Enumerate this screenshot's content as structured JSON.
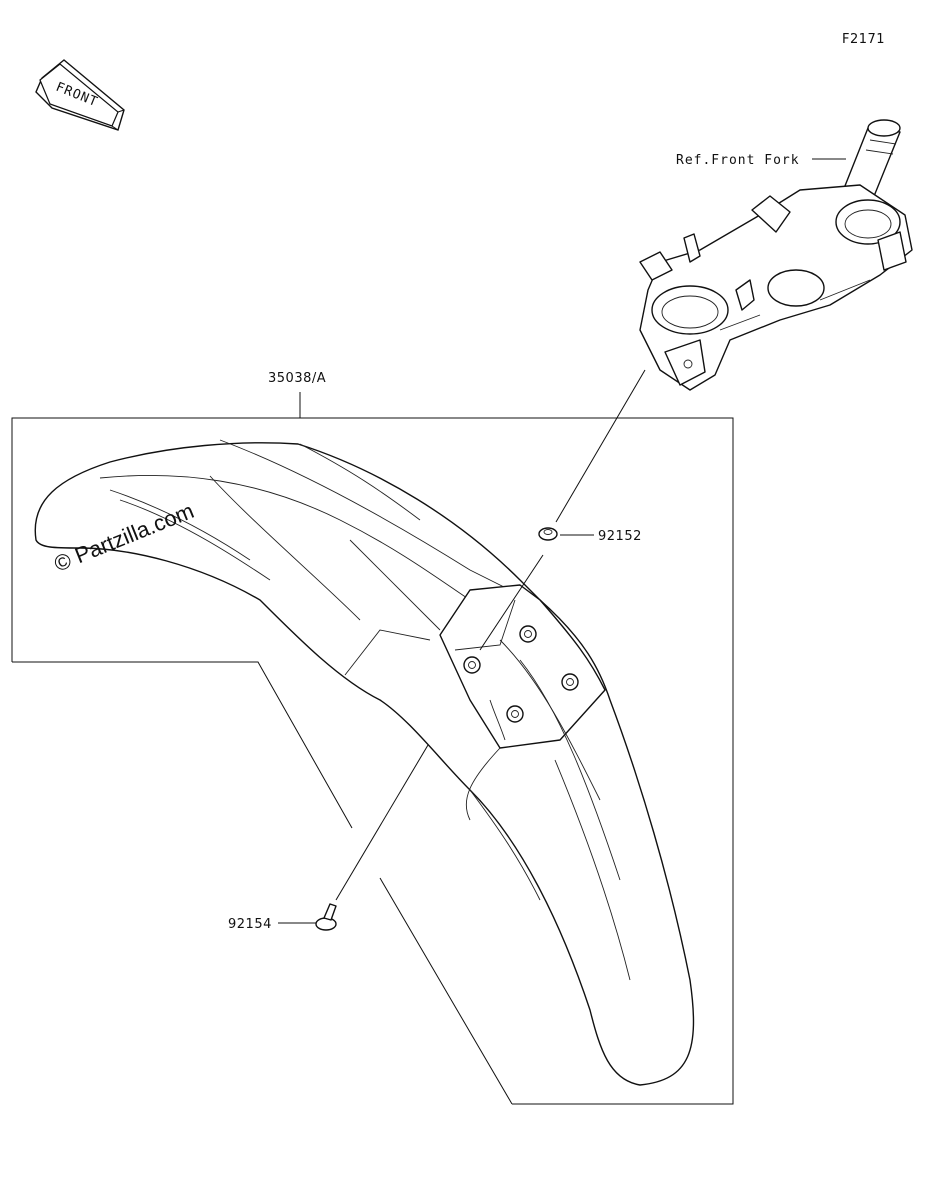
{
  "diagram": {
    "figure_id": "F2171",
    "front_arrow_label": "FRONT",
    "ref_label": "Ref.Front Fork",
    "watermark": "© Partzilla.com",
    "callouts": {
      "fender": "35038/A",
      "nut": "92152",
      "bolt": "92154"
    }
  }
}
